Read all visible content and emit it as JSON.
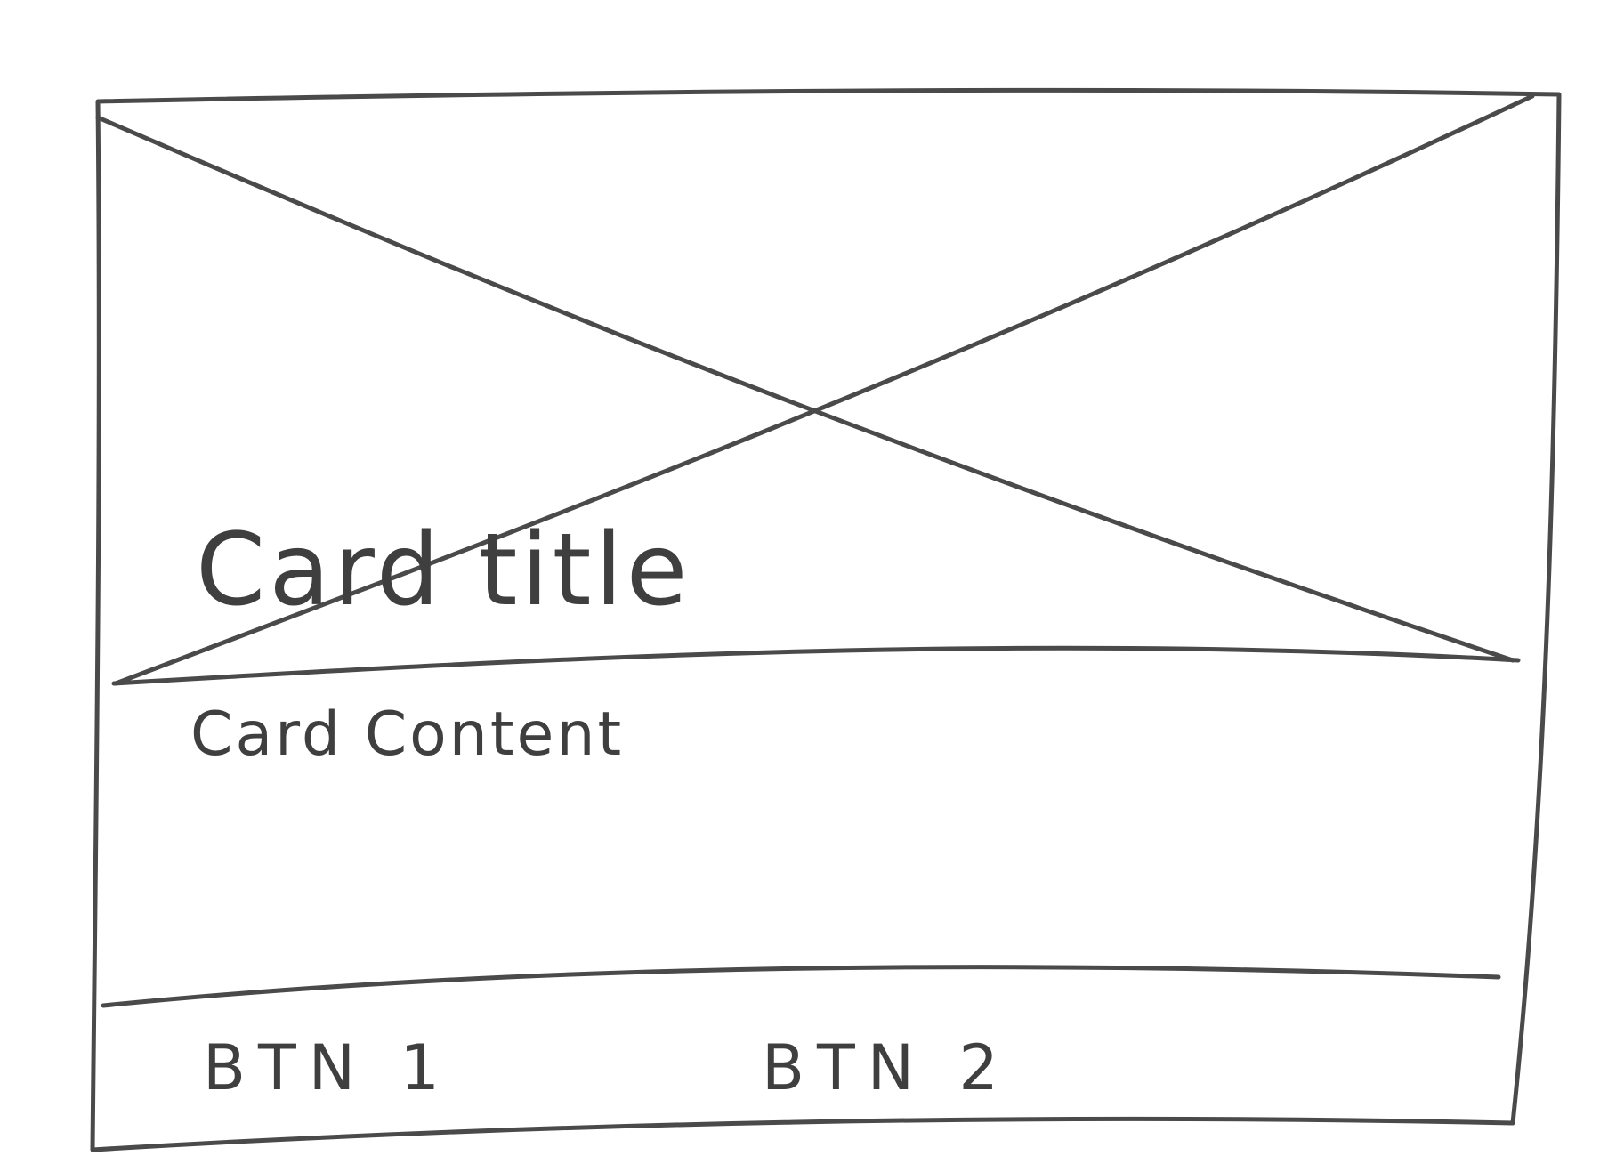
{
  "card": {
    "media": {
      "icon": "image-placeholder-icon"
    },
    "title": "Card title",
    "content": "Card Content",
    "actions": {
      "button_1_label": "BTN 1",
      "button_2_label": "BTN 2"
    }
  },
  "colors": {
    "ink": "#4a4a4a",
    "background": "#ffffff"
  }
}
